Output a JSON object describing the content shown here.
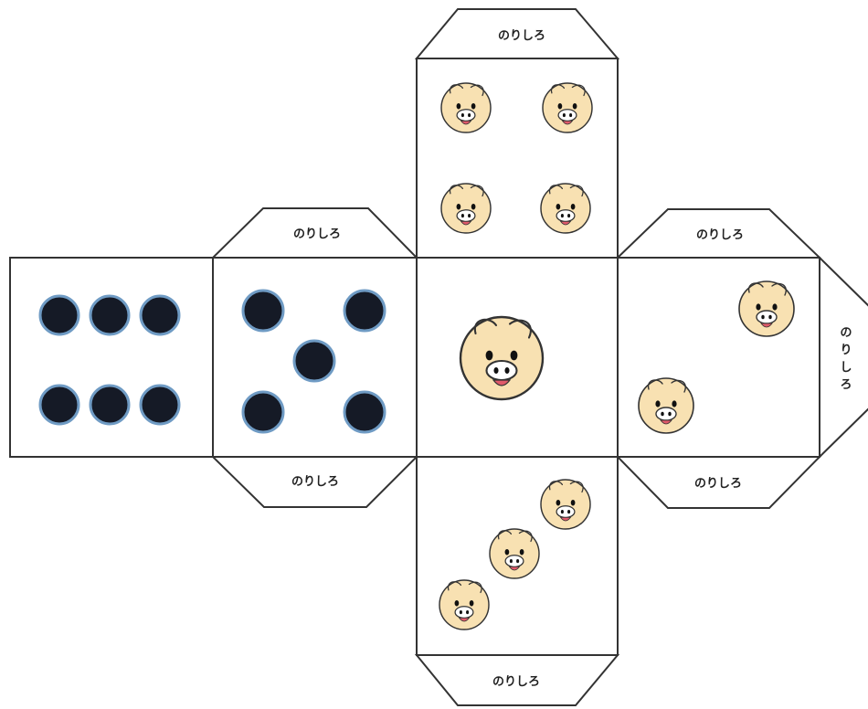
{
  "tab_label": "のりしろ",
  "colors": {
    "outline": "#333333",
    "dot_fill": "#151a26",
    "dot_ring": "#6f9bc4",
    "pig_face": "#f8e1b2",
    "pig_mouth": "#e05a6a"
  },
  "faces": [
    {
      "name": "face-six-dots",
      "symbol": "dot",
      "count": 6
    },
    {
      "name": "face-five-dots",
      "symbol": "dot",
      "count": 5
    },
    {
      "name": "face-one-pig",
      "symbol": "pig",
      "count": 1
    },
    {
      "name": "face-four-pigs",
      "symbol": "pig",
      "count": 4
    },
    {
      "name": "face-two-pigs",
      "symbol": "pig",
      "count": 2
    },
    {
      "name": "face-three-pigs",
      "symbol": "pig",
      "count": 3
    }
  ]
}
